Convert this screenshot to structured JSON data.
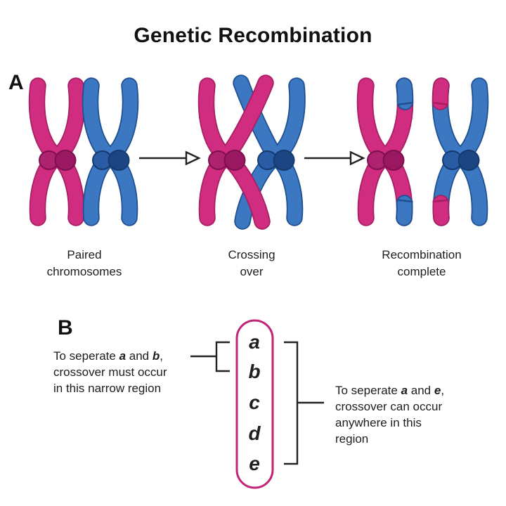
{
  "title": "Genetic Recombination",
  "section_a": {
    "label": "A",
    "stages": [
      {
        "caption": "Paired\nchromosomes"
      },
      {
        "caption": "Crossing\nover"
      },
      {
        "caption": "Recombination\ncomplete"
      }
    ]
  },
  "section_b": {
    "label": "B",
    "loci": [
      "a",
      "b",
      "c",
      "d",
      "e"
    ],
    "left_note": {
      "line1_prefix": "To seperate ",
      "line1_gene1": "a",
      "line1_mid": " and ",
      "line1_gene2": "b",
      "line1_suffix": ",",
      "line2": "crossover must occur",
      "line3": "in this narrow region"
    },
    "right_note": {
      "line1_prefix": "To seperate ",
      "line1_gene1": "a",
      "line1_mid": " and ",
      "line1_gene2": "e",
      "line1_suffix": ",",
      "line2": "crossover can occur",
      "line3": "anywhere in this",
      "line4": "region"
    }
  },
  "colors": {
    "chromosome_pink": "#d02d80",
    "chromosome_pink_outline": "#a81e63",
    "centromere_pink": "#ad2370",
    "centromere_pink_dark": "#9a1762",
    "chromosome_blue": "#3b78c1",
    "chromosome_blue_outline": "#1f4f92",
    "centromere_blue": "#2a5ca5",
    "centromere_blue_dark": "#1c4583",
    "capsule_border": "#c02577",
    "ink": "#222222",
    "background": "#ffffff"
  }
}
